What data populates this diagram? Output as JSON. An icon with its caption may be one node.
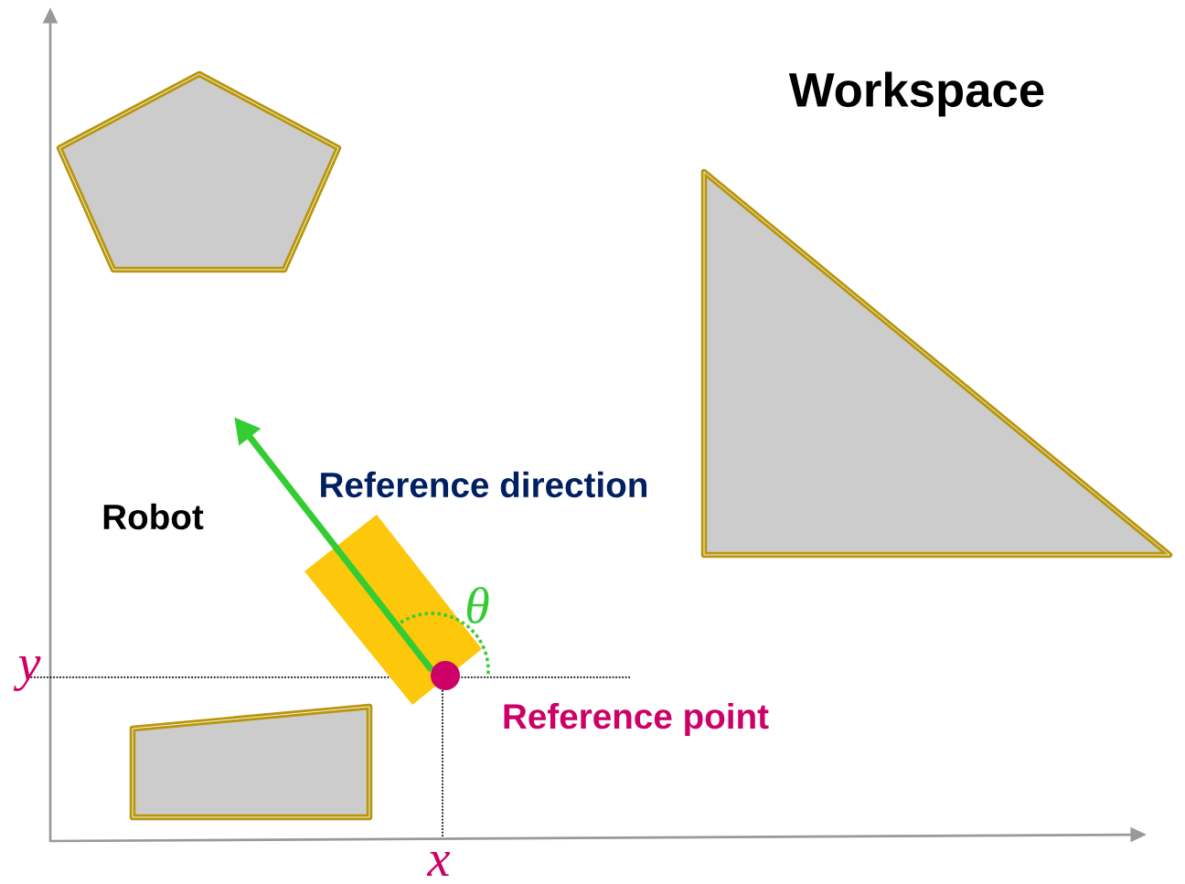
{
  "diagram": {
    "labels": [
      "Workspace",
      "Reference direction",
      "Robot",
      "θ",
      "y",
      "Reference point",
      "x"
    ]
  }
}
